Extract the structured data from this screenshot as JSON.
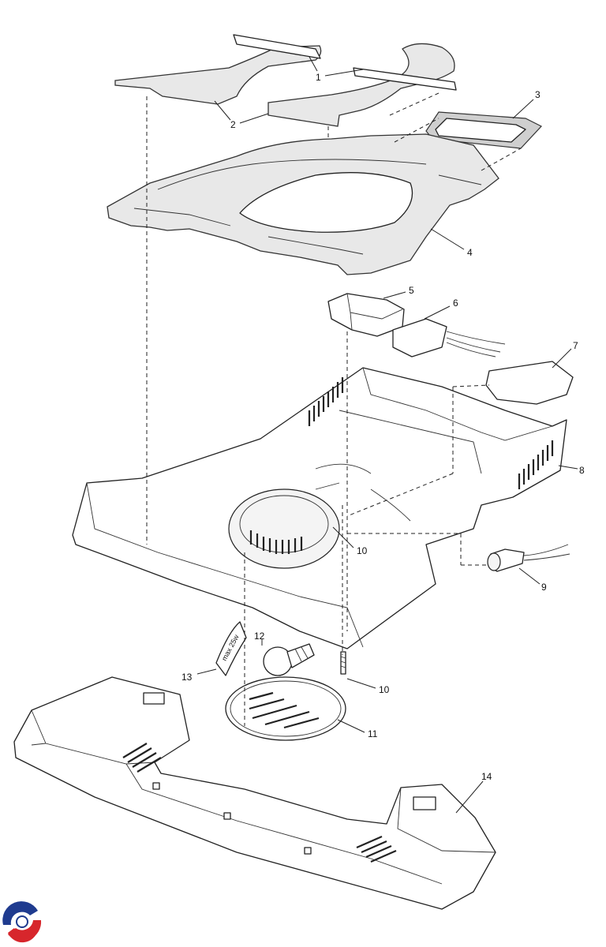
{
  "callouts": [
    {
      "id": "1",
      "label": "1"
    },
    {
      "id": "2",
      "label": "2"
    },
    {
      "id": "3",
      "label": "3"
    },
    {
      "id": "4",
      "label": "4"
    },
    {
      "id": "5",
      "label": "5"
    },
    {
      "id": "6",
      "label": "6"
    },
    {
      "id": "7",
      "label": "7"
    },
    {
      "id": "8",
      "label": "8"
    },
    {
      "id": "9",
      "label": "9"
    },
    {
      "id": "10a",
      "label": "10"
    },
    {
      "id": "10b",
      "label": "10"
    },
    {
      "id": "11",
      "label": "11"
    },
    {
      "id": "12",
      "label": "12"
    },
    {
      "id": "13",
      "label": "13"
    },
    {
      "id": "14",
      "label": "14"
    }
  ],
  "lamp_label": "max 25w",
  "logo": {
    "name": "brand-swirl-logo",
    "colors": {
      "blue": "#1f3b8f",
      "red": "#d7262c"
    }
  }
}
